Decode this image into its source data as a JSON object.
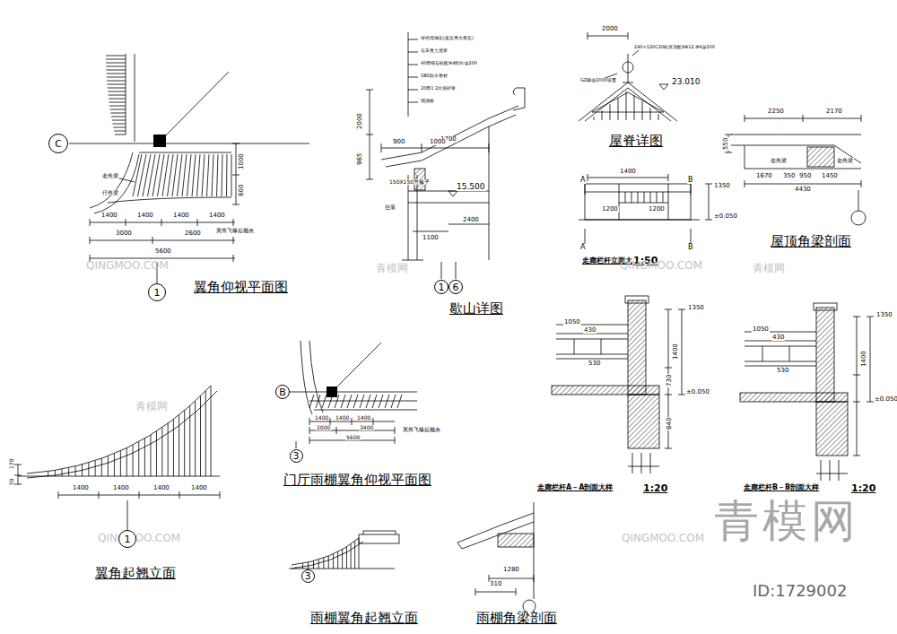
{
  "diagram": {
    "nodes": [
      {
        "text": [
          "C"
        ]
      },
      {
        "text": [
          "1"
        ]
      },
      {
        "text": [
          "1"
        ]
      },
      {
        "text": [
          "6"
        ]
      },
      {
        "text": [
          "B"
        ]
      },
      {
        "text": [
          "3"
        ]
      },
      {
        "text": [
          "1"
        ]
      },
      {
        "text": [
          "3"
        ]
      }
    ],
    "edges": [],
    "labels": [
      "翼角仰视平面图",
      "歇山详图",
      "屋脊详图",
      "屋顶角梁剖面",
      "翼角起翘立面",
      "门厅雨棚翼角仰视平面图",
      "雨棚翼角起翘立面",
      "雨棚角梁剖面",
      "走廊栏杆立面大样",
      "1:50",
      "走廊栏杆A－A剖面大样",
      "1:20",
      "走廊栏杆B－B剖面大样",
      "1:20",
      "老角梁",
      "仔角梁",
      "1400",
      "1400",
      "1400",
      "1400",
      "3000",
      "2600",
      "5600",
      "1000",
      "800",
      "翼角飞椽起翘点",
      "绿色琉璃瓦(盖瓦用大筒瓦)",
      "石灰青土混浆",
      "40厚细石砼配Φ4双向@200",
      "SBS防水卷材",
      "20厚1:2水泥砂浆",
      "现浇板",
      "2000",
      "985",
      "1700",
      "900",
      "1000",
      "150X150方椽子",
      "15.500",
      "挂落",
      "2400",
      "1100",
      "2000",
      "240×120C20砼压顶配4Φ12,Φ6@200",
      "GZ砌@2000设置",
      "23.010",
      "1400",
      "1350",
      "1200",
      "1200",
      "±0.050",
      "2250",
      "2170",
      "550",
      "1670",
      "350",
      "950",
      "1450",
      "4430",
      "老角梁",
      "老角梁",
      "1050",
      "430",
      "530",
      "1350",
      "1400",
      "±0.050",
      "730",
      "840",
      "1050",
      "430",
      "530",
      "1350",
      "1400",
      "±0.050",
      "1400",
      "1400",
      "1400",
      "2000",
      "3400",
      "5600",
      "翼角飞椽起翘点",
      "1400",
      "1400",
      "1400",
      "1400",
      "170",
      "50",
      "1280",
      "310",
      "A",
      "B",
      "A",
      "B",
      "青模网",
      "青模网",
      "青模网",
      "QINGMOO.COM",
      "QINGMOO.COM",
      "QINGMOO.COM",
      "QINGMOO.COM",
      "青模网",
      "ID:1729002"
    ]
  }
}
